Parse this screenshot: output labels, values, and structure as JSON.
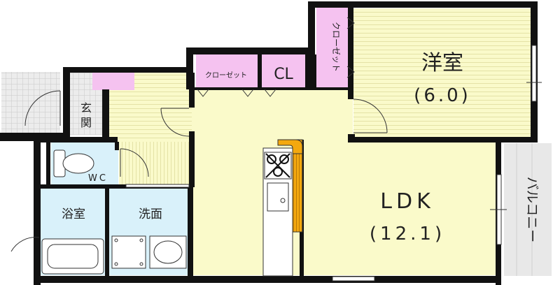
{
  "rooms": {
    "youshitsu": {
      "name": "洋室",
      "size": "(6.0)"
    },
    "ldk": {
      "name": "LDK",
      "size": "(12.1)"
    },
    "closet_top": {
      "name": "クローゼット"
    },
    "cl": {
      "name": "CL"
    },
    "closet_vertical": {
      "name": "クローゼット"
    },
    "genkan": {
      "name": "玄関"
    },
    "wc": {
      "name": "WC"
    },
    "yokushitsu": {
      "name": "浴室"
    },
    "senmen": {
      "name": "洗面"
    },
    "balcony": {
      "name": "バルコニー"
    }
  },
  "colors": {
    "room_fill": "#fafaca",
    "closet_fill": "#f5c2f0",
    "wet_fill": "#d9f1fa",
    "balcony_fill": "#e8e8e8",
    "kitchen_counter": "#f3a80f",
    "wall": "#111111"
  }
}
